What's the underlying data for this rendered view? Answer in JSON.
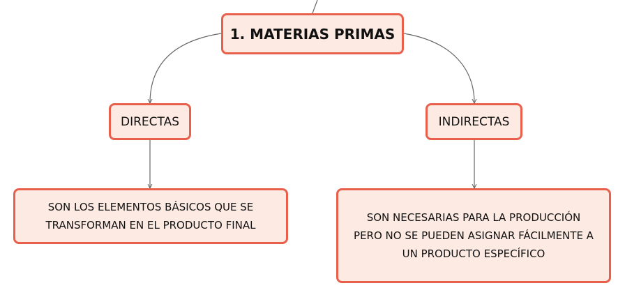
{
  "root": {
    "label": "1. MATERIAS PRIMAS"
  },
  "branches": [
    {
      "label": "DIRECTAS",
      "description_lines": [
        "SON LOS ELEMENTOS BÁSICOS QUE SE",
        "TRANSFORMAN EN EL PRODUCTO FINAL"
      ]
    },
    {
      "label": "INDIRECTAS",
      "description_lines": [
        "SON NECESARIAS PARA LA PRODUCCIÓN",
        "PERO NO SE PUEDEN ASIGNAR FÁCILMENTE A",
        "UN PRODUCTO ESPECÍFICO"
      ]
    }
  ],
  "colors": {
    "node_border": "#e8604c",
    "node_fill": "#fdebe3",
    "connector": "#666666",
    "text": "#111111"
  }
}
